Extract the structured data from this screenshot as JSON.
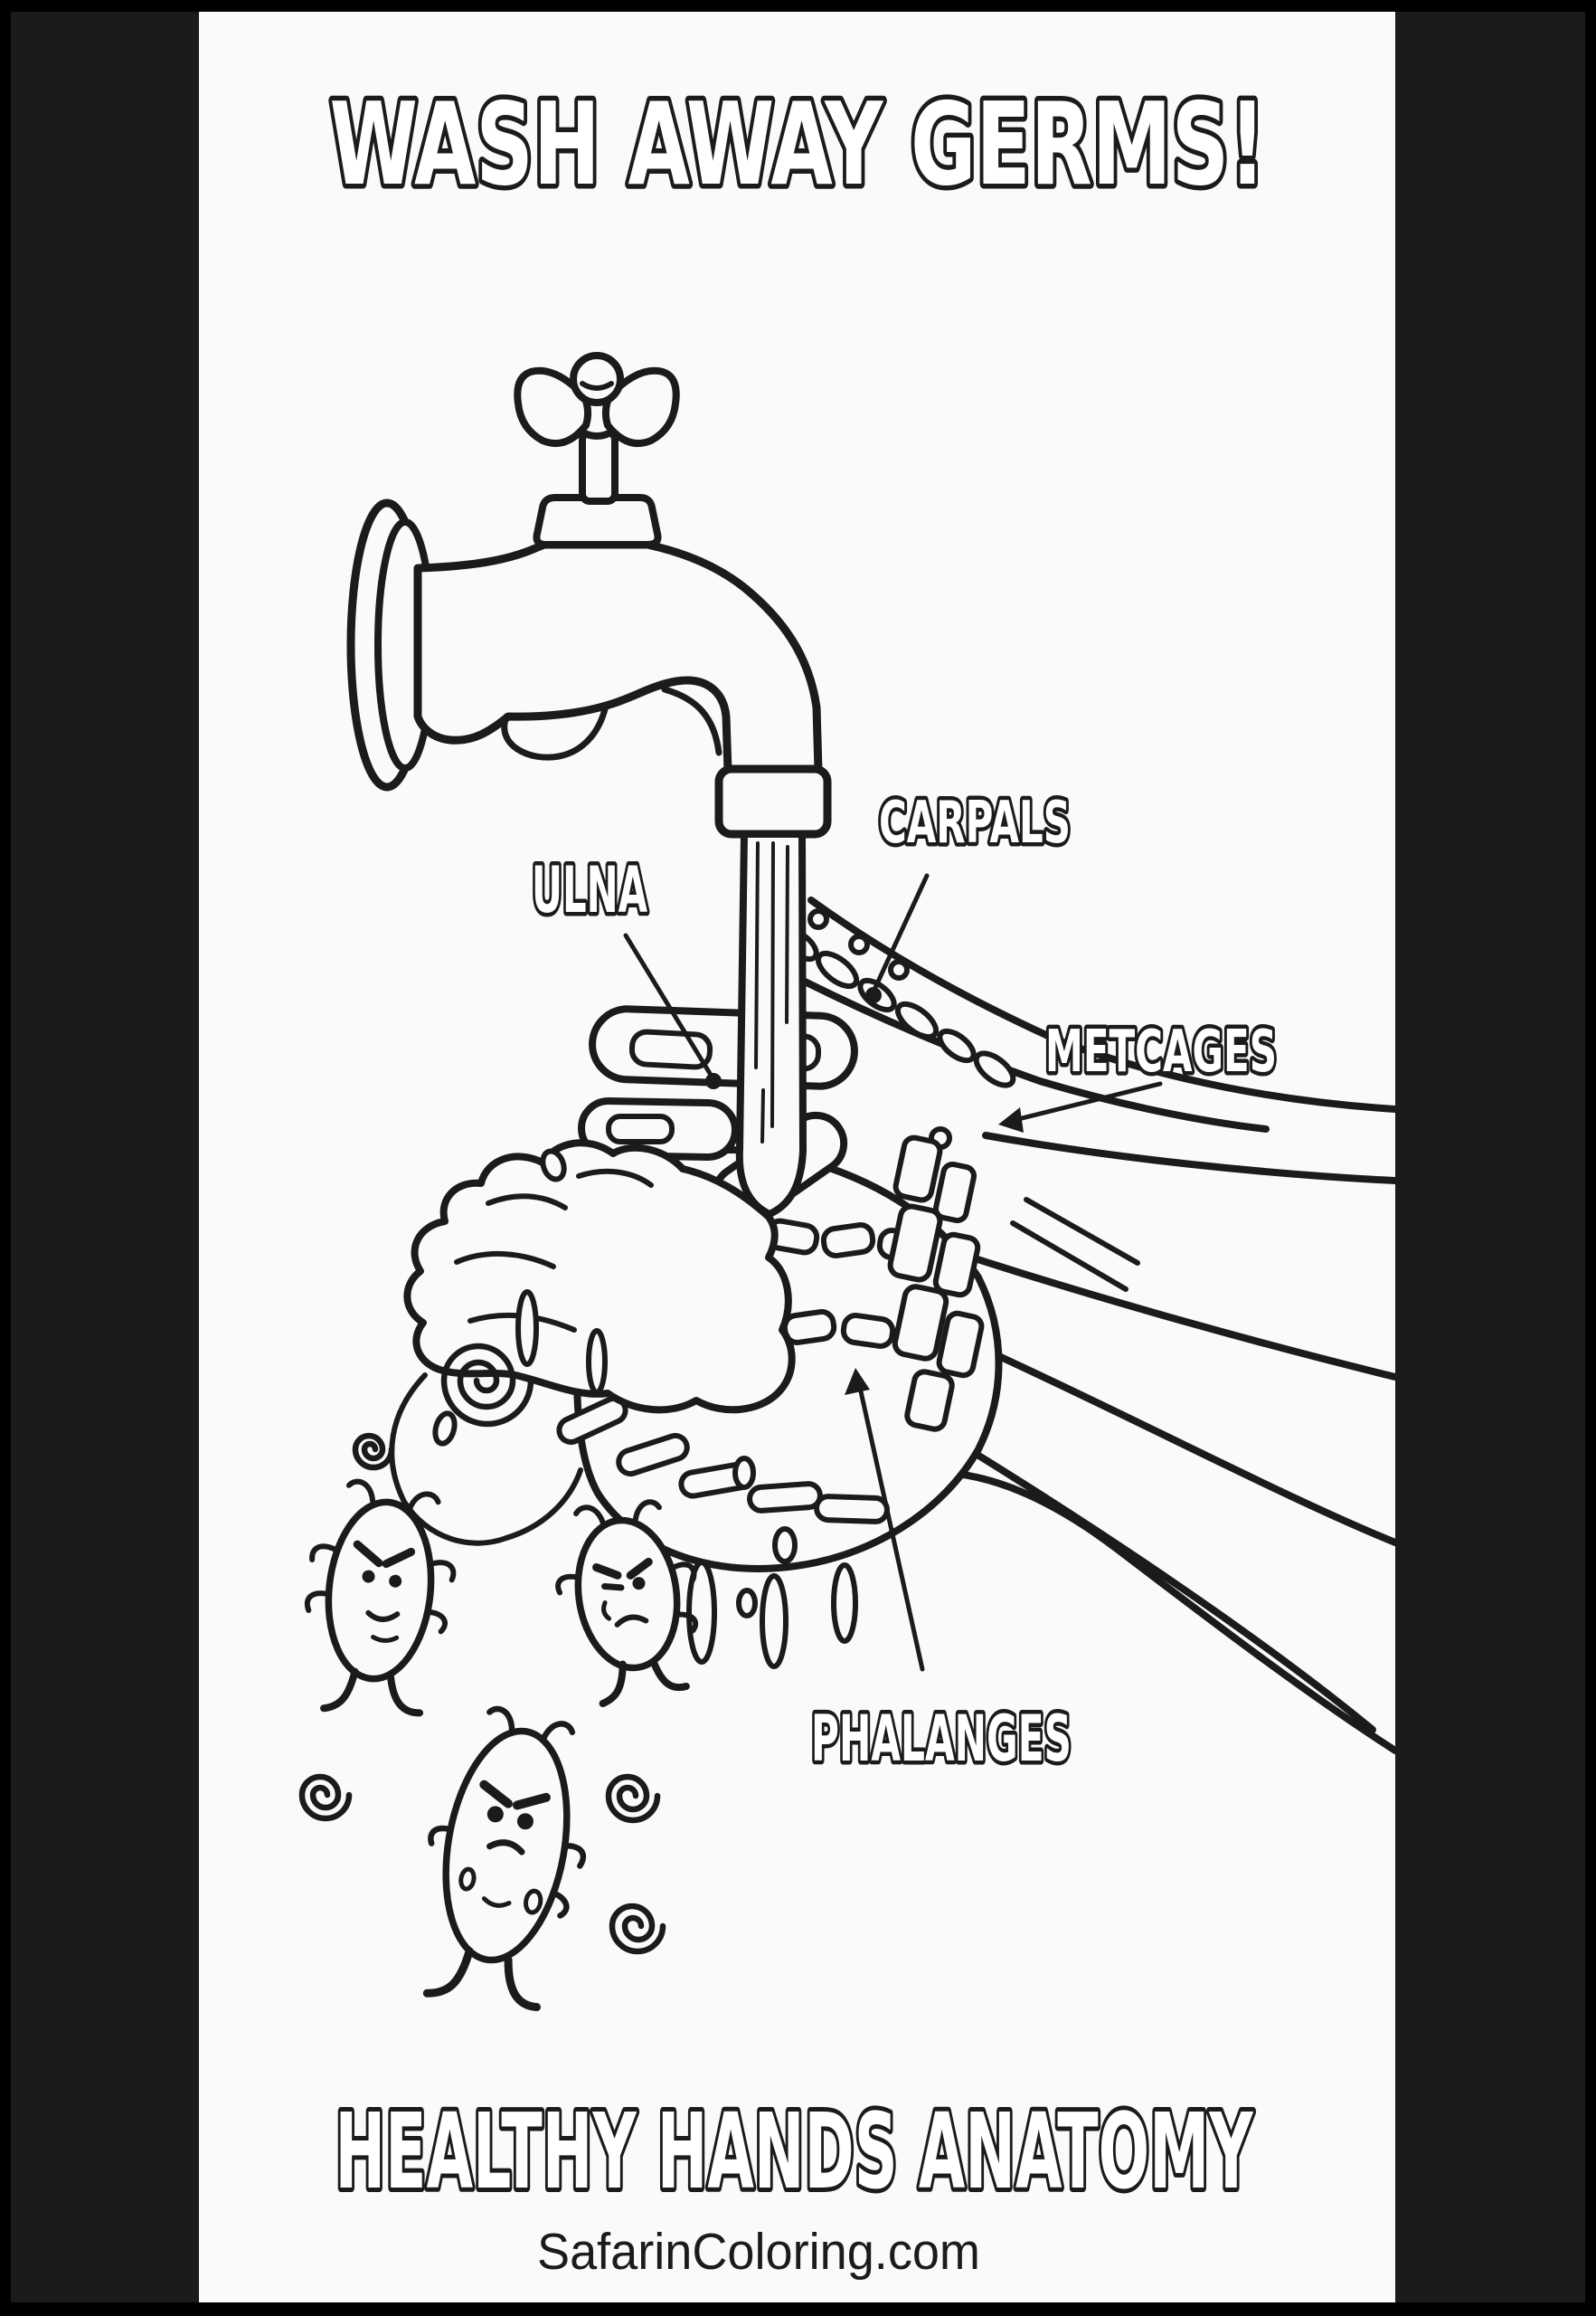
{
  "page": {
    "colors": {
      "backdrop": "#000000",
      "panel": "#1b1b1c",
      "paper": "#fafafa",
      "ink": "#1b1b1b"
    }
  },
  "poster": {
    "title": "WASH AWAY GERMS!",
    "footer": "HEALTHY HANDS ANATOMY",
    "website": "SafarinColoring.com",
    "labels": {
      "ulna": "ULNA",
      "carpals": "CARPALS",
      "metacarpals": "METCAGES",
      "phalanges": "PHALANGES"
    },
    "scene": {
      "germs_visible": 3
    }
  }
}
